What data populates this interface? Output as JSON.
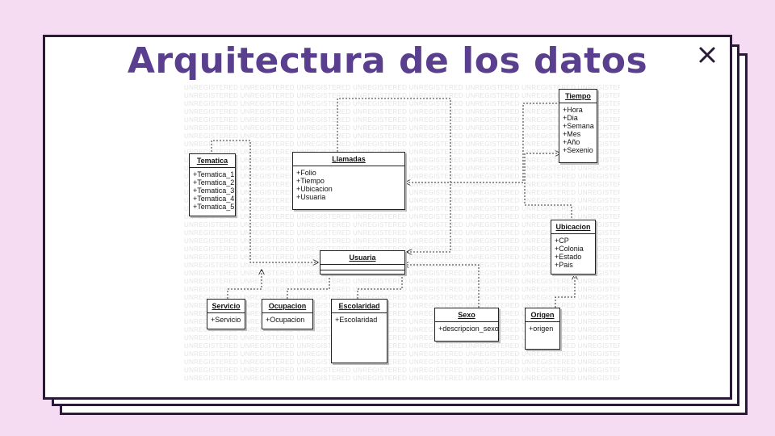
{
  "title": "Arquitectura de los datos",
  "close_icon": "close-icon",
  "watermark": "UNREGISTERED",
  "colors": {
    "background": "#f5dcf3",
    "title": "#5a3f8f",
    "frame": "#2a1a3a"
  },
  "entities": {
    "tiempo": {
      "name": "Tiempo",
      "attributes": [
        "+Hora",
        "+Dia",
        "+Semana",
        "+Mes",
        "+Año",
        "+Sexenio"
      ]
    },
    "tematica": {
      "name": "Tematica",
      "attributes": [
        "+Tematica_1",
        "+Tematica_2",
        "+Tematica_3",
        "+Tematica_4",
        "+Tematica_5"
      ]
    },
    "llamadas": {
      "name": "Llamadas",
      "attributes": [
        "+Folio",
        "+Tiempo",
        "+Ubicacion",
        "+Usuaria"
      ]
    },
    "ubicacion": {
      "name": "Ubicacion",
      "attributes": [
        "+CP",
        "+Colonia",
        "+Estado",
        "+Pais"
      ]
    },
    "usuaria": {
      "name": "Usuaria",
      "attributes": []
    },
    "servicio": {
      "name": "Servicio",
      "attributes": [
        "+Servicio"
      ]
    },
    "ocupacion": {
      "name": "Ocupacion",
      "attributes": [
        "+Ocupacion"
      ]
    },
    "escolaridad": {
      "name": "Escolaridad",
      "attributes": [
        "+Escolaridad"
      ]
    },
    "sexo": {
      "name": "Sexo",
      "attributes": [
        "+descripcion_sexo"
      ]
    },
    "origen": {
      "name": "Origen",
      "attributes": [
        "+origen"
      ]
    }
  }
}
